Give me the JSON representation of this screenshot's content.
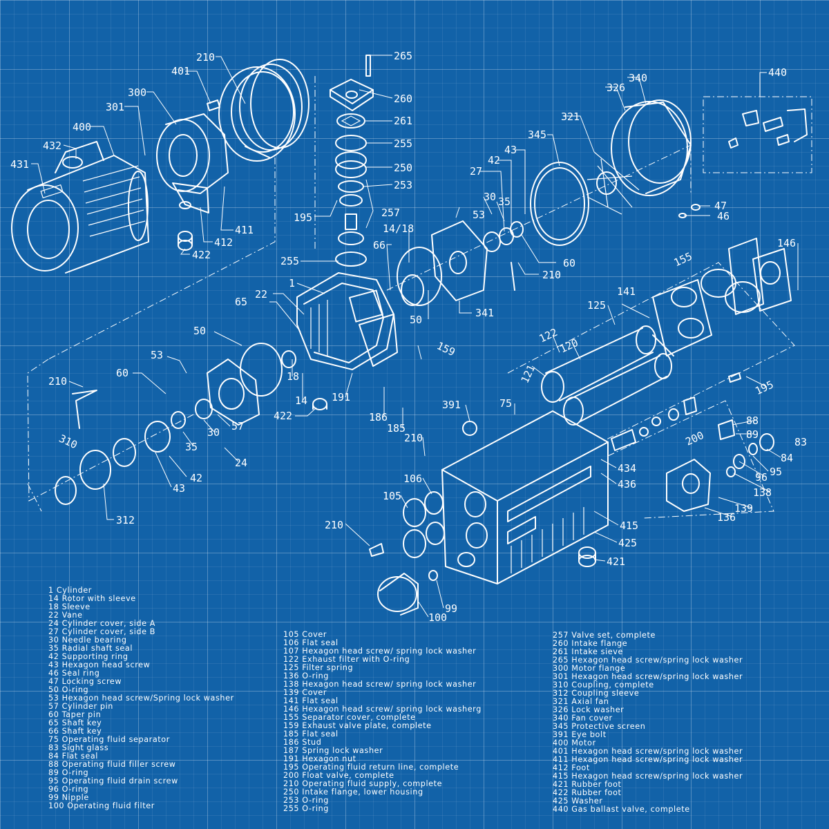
{
  "callouts": [
    {
      "label": "265"
    },
    {
      "label": "260"
    },
    {
      "label": "261"
    },
    {
      "label": "255"
    },
    {
      "label": "250"
    },
    {
      "label": "253"
    },
    {
      "label": "257"
    },
    {
      "label": "195"
    },
    {
      "label": "210"
    },
    {
      "label": "401"
    },
    {
      "label": "300"
    },
    {
      "label": "301"
    },
    {
      "label": "400"
    },
    {
      "label": "432"
    },
    {
      "label": "431"
    },
    {
      "label": "411"
    },
    {
      "label": "412"
    },
    {
      "label": "422"
    },
    {
      "label": "340"
    },
    {
      "label": "326"
    },
    {
      "label": "321"
    },
    {
      "label": "345"
    },
    {
      "label": "440"
    },
    {
      "label": "43"
    },
    {
      "label": "42"
    },
    {
      "label": "27"
    },
    {
      "label": "30"
    },
    {
      "label": "35"
    },
    {
      "label": "53"
    },
    {
      "label": "14/18"
    },
    {
      "label": "66"
    },
    {
      "label": "60"
    },
    {
      "label": "210"
    },
    {
      "label": "47"
    },
    {
      "label": "46"
    },
    {
      "label": "255"
    },
    {
      "label": "1"
    },
    {
      "label": "22"
    },
    {
      "label": "65"
    },
    {
      "label": "50"
    },
    {
      "label": "341"
    },
    {
      "label": "146"
    },
    {
      "label": "155"
    },
    {
      "label": "141"
    },
    {
      "label": "125"
    },
    {
      "label": "122"
    },
    {
      "label": "120"
    },
    {
      "label": "121"
    },
    {
      "label": "159"
    },
    {
      "label": "50"
    },
    {
      "label": "53"
    },
    {
      "label": "60"
    },
    {
      "label": "210"
    },
    {
      "label": "18"
    },
    {
      "label": "14"
    },
    {
      "label": "422"
    },
    {
      "label": "191"
    },
    {
      "label": "186"
    },
    {
      "label": "185"
    },
    {
      "label": "57"
    },
    {
      "label": "30"
    },
    {
      "label": "35"
    },
    {
      "label": "24"
    },
    {
      "label": "310"
    },
    {
      "label": "42"
    },
    {
      "label": "43"
    },
    {
      "label": "312"
    },
    {
      "label": "195"
    },
    {
      "label": "391"
    },
    {
      "label": "75"
    },
    {
      "label": "200"
    },
    {
      "label": "88"
    },
    {
      "label": "89"
    },
    {
      "label": "83"
    },
    {
      "label": "84"
    },
    {
      "label": "95"
    },
    {
      "label": "96"
    },
    {
      "label": "138"
    },
    {
      "label": "139"
    },
    {
      "label": "136"
    },
    {
      "label": "434"
    },
    {
      "label": "436"
    },
    {
      "label": "415"
    },
    {
      "label": "425"
    },
    {
      "label": "421"
    },
    {
      "label": "210"
    },
    {
      "label": "106"
    },
    {
      "label": "105"
    },
    {
      "label": "210"
    },
    {
      "label": "99"
    },
    {
      "label": "100"
    }
  ],
  "legend": {
    "column1": [
      "1 Cylinder",
      "14 Rotor with sleeve",
      "18 Sleeve",
      "22 Vane",
      "24 Cylinder cover, side A",
      "27 Cylinder cover, side B",
      "30 Needle bearing",
      "35 Radial shaft seal",
      "42 Supporting ring",
      "43 Hexagon head screw",
      "46 Seal ring",
      "47 Locking screw",
      "50 O-ring",
      "53 Hexagon head screw/Spring lock washer",
      "57 Cylinder pin",
      "60 Taper pin",
      "65 Shaft key",
      "66 Shaft key",
      "75 Operating fluid separator",
      "83 Sight glass",
      "84 Flat seal",
      "88 Operating fluid filler screw",
      "89 O-ring",
      "95 Operating fluid drain screw",
      "96 O-ring",
      "99 Nipple",
      "100 Operating fluid filter"
    ],
    "column2": [
      "105 Cover",
      "106 Flat seal",
      "107 Hexagon head screw/ spring lock washer",
      "122 Exhaust filter with O-ring",
      "125 Filter spring",
      "136 O-ring",
      "138 Hexagon head screw/ spring lock washer",
      "139 Cover",
      "141 Flat seal",
      "146 Hexagon head screw/ spring lock washerg",
      "155 Separator cover, complete",
      "159 Exhaust valve plate, complete",
      "185 Flat seal",
      "186 Stud",
      "187 Spring lock washer",
      "191 Hexagon nut",
      "195 Operating fluid return line, complete",
      "200 Float valve, complete",
      "210 Operating fluid supply, complete",
      "250 Intake flange, lower housing",
      "253 O-ring",
      "255 O-ring"
    ],
    "column3": [
      "257 Valve set, complete",
      "260 Intake flange",
      "261 Intake sieve",
      "265 Hexagon head screw/spring lock washer",
      "300 Motor flange",
      "301 Hexagon head screw/spring lock washer",
      "310 Coupling, complete",
      "312 Coupling sleeve",
      "321 Axial fan",
      "326 Lock washer",
      "340 Fan cover",
      "345 Protective screen",
      "391 Eye bolt",
      "400 Motor",
      "401 Hexagon head screw/spring lock washer",
      "411 Hexagon head screw/spring lock washer",
      "412 Foot",
      "415 Hexagon head screw/spring lock washer",
      "421 Rubber foot",
      "422 Rubber foot",
      "425 Washer",
      "440 Gas ballast valve, complete"
    ]
  }
}
